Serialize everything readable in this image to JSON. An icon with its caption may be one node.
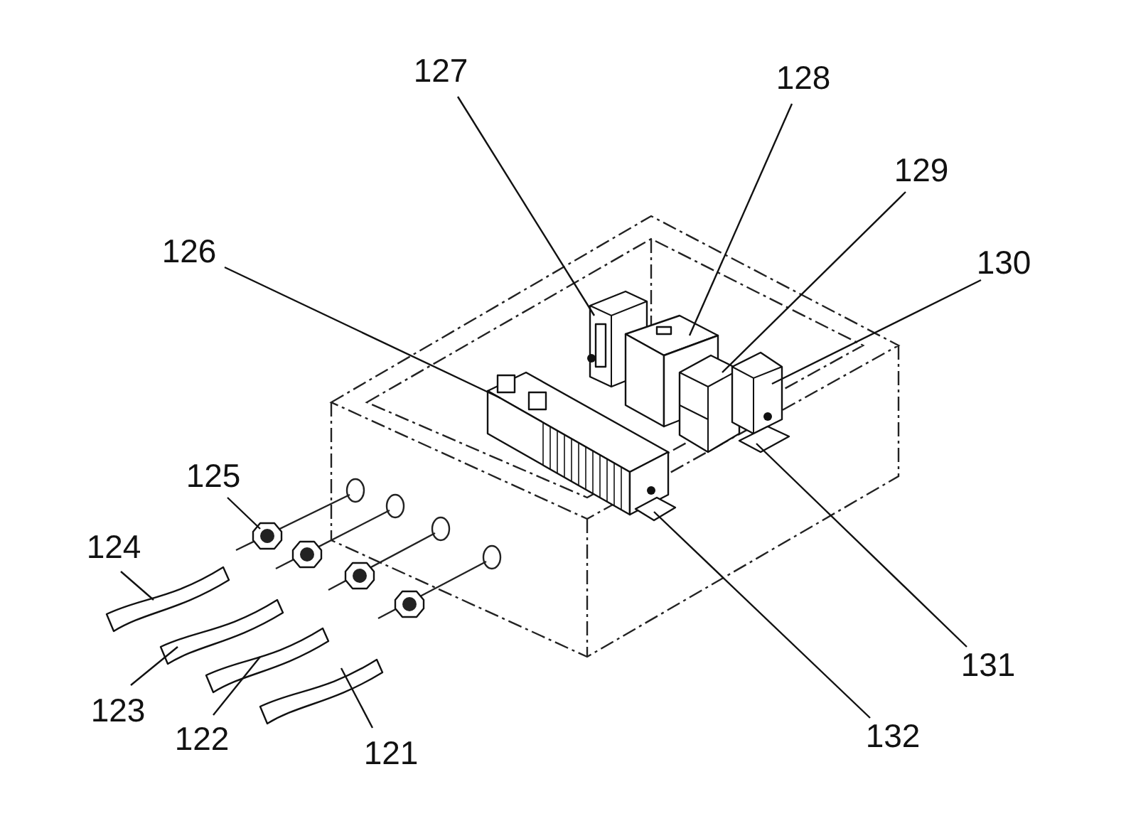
{
  "diagram": {
    "nodes": [
      {
        "text": [
          "127"
        ]
      },
      {
        "text": [
          "128"
        ]
      },
      {
        "text": [
          "129"
        ]
      },
      {
        "text": [
          "126"
        ]
      },
      {
        "text": [
          "130"
        ]
      },
      {
        "text": [
          "125"
        ]
      },
      {
        "text": [
          "124"
        ]
      },
      {
        "text": [
          "131"
        ]
      },
      {
        "text": [
          "123"
        ]
      },
      {
        "text": [
          "132"
        ]
      },
      {
        "text": [
          "122"
        ]
      },
      {
        "text": [
          "121"
        ]
      },
      {
        "text": [],
        "shape": "picture"
      },
      {
        "text": [],
        "shape": "picture"
      },
      {
        "text": [],
        "shape": "picture"
      },
      {
        "text": [],
        "shape": "picture"
      },
      {
        "text": [],
        "shape": "picture"
      },
      {
        "text": [],
        "shape": "picture"
      },
      {
        "text": [],
        "shape": "picture"
      },
      {
        "text": [],
        "shape": "picture"
      },
      {
        "text": [],
        "shape": "picture"
      },
      {
        "text": [],
        "shape": "picture"
      },
      {
        "text": [],
        "shape": "picture"
      },
      {
        "text": [],
        "shape": "picture"
      }
    ],
    "edges": [
      {
        "from": 0,
        "to": 12,
        "arrow": "none"
      },
      {
        "from": 1,
        "to": 13,
        "arrow": "none"
      },
      {
        "from": 2,
        "to": 14,
        "arrow": "none"
      },
      {
        "from": 3,
        "to": 15,
        "arrow": "none"
      },
      {
        "from": 4,
        "to": 16,
        "arrow": "none"
      },
      {
        "from": 5,
        "to": 17,
        "arrow": "none"
      },
      {
        "from": 6,
        "to": 18,
        "arrow": "none"
      },
      {
        "from": 7,
        "to": 19,
        "arrow": "none"
      },
      {
        "from": 8,
        "to": 20,
        "arrow": "none"
      },
      {
        "from": 9,
        "to": 21,
        "arrow": "none"
      },
      {
        "from": 10,
        "to": 22,
        "arrow": "none"
      },
      {
        "from": 11,
        "to": 23,
        "arrow": "none"
      }
    ]
  }
}
